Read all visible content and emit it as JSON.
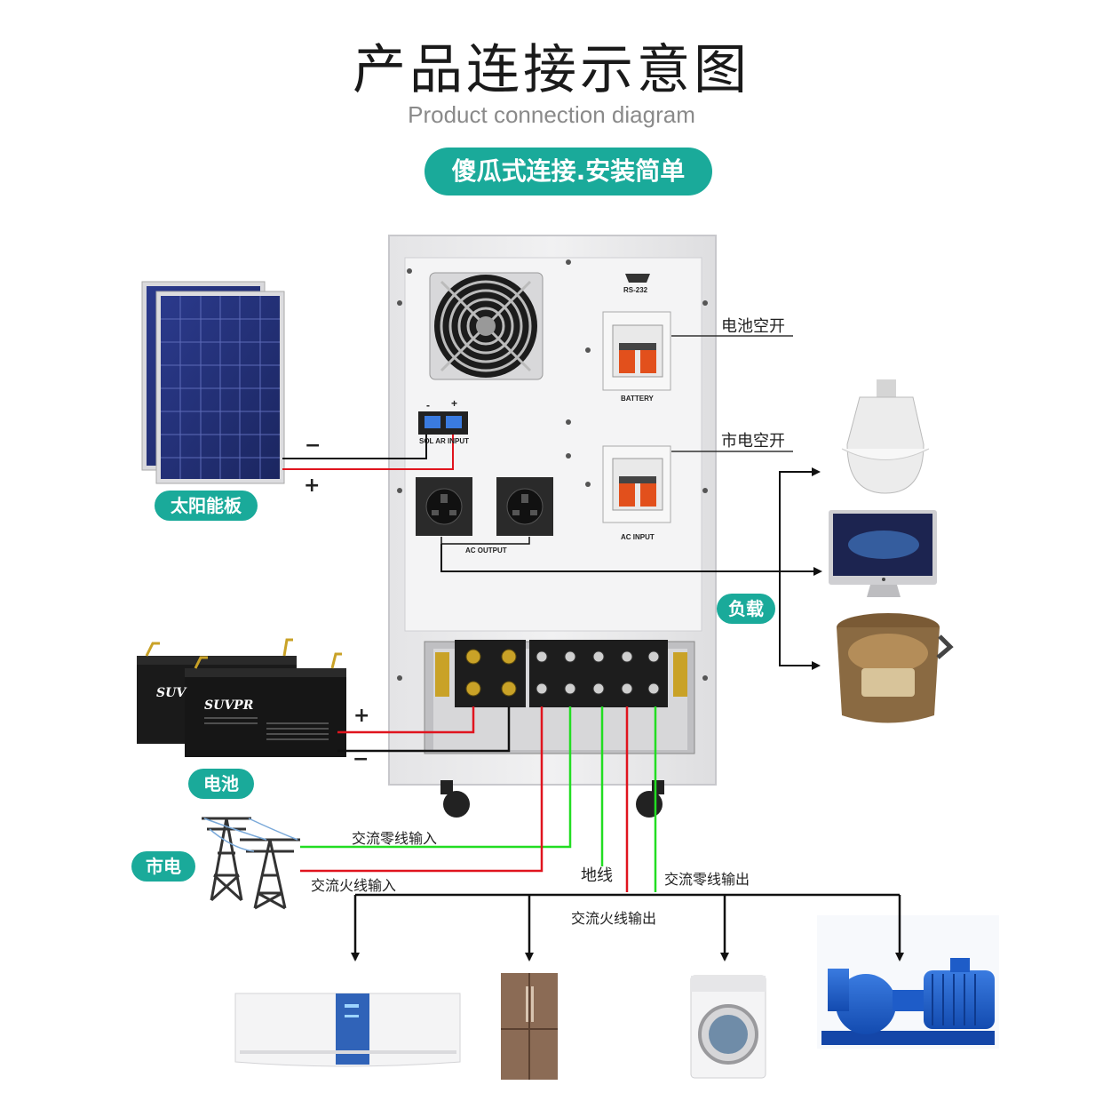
{
  "title": "产品连接示意图",
  "subtitle": "Product connection diagram",
  "banner": "傻瓜式连接.安装简单",
  "labels": {
    "solar": "太阳能板",
    "battery": "电池",
    "grid": "市电",
    "load": "负载",
    "battery_breaker": "电池空开",
    "grid_breaker": "市电空开",
    "ac_neutral_in": "交流零线输入",
    "ac_live_in": "交流火线输入",
    "ground": "地线",
    "ac_neutral_out": "交流零线输出",
    "ac_live_out": "交流火线输出",
    "minus": "−",
    "plus": "+"
  },
  "panel_text": {
    "rs232": "RS-232",
    "battery": "BATTERY",
    "solar_input": "SOL AR INPUT",
    "ac_output": "AC OUTPUT",
    "ac_input": "AC INPUT",
    "pv_minus": "-",
    "pv_plus": "+"
  },
  "battery_brand": "SUVPR",
  "colors": {
    "accent": "#1aaa9a",
    "wire_red": "#e0141e",
    "wire_green": "#22dd22",
    "wire_black": "#111111"
  },
  "icons": [
    "solar-panel-icon",
    "battery-icon",
    "power-tower-icon",
    "bulb-icon",
    "monitor-icon",
    "rice-cooker-icon",
    "air-conditioner-icon",
    "refrigerator-icon",
    "washing-machine-icon",
    "water-pump-icon",
    "cooling-fan-icon"
  ]
}
